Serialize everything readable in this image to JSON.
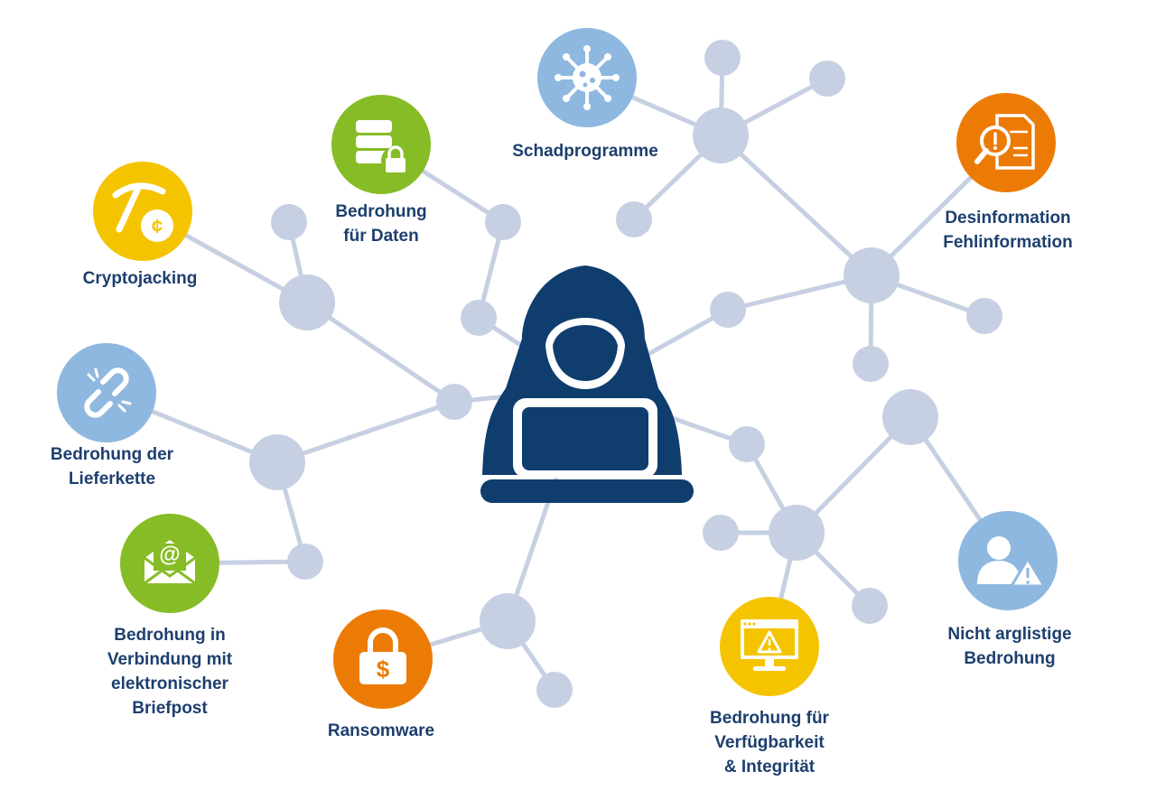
{
  "colors": {
    "navy": "#0f3d6e",
    "node": "#c6d0e2",
    "line": "#c6d0e2",
    "label": "#1d3f6e",
    "green": "#86bc25",
    "yellow": "#f5c400",
    "orange": "#ec7b05",
    "light_blue": "#8fb8e0"
  },
  "center": {
    "icon": "hooded-hacker-laptop-icon"
  },
  "threats": {
    "schadprogramme": {
      "lines": [
        "Schadprogramme"
      ],
      "icon": "virus-icon",
      "color": "light_blue"
    },
    "desinformation": {
      "lines": [
        "Desinformation",
        "Fehlinformation"
      ],
      "icon": "document-magnifier-icon",
      "color": "orange"
    },
    "nicht_arglistig": {
      "lines": [
        "Nicht arglistige",
        "Bedrohung"
      ],
      "icon": "user-warning-icon",
      "color": "light_blue"
    },
    "verfuegbarkeit": {
      "lines": [
        "Bedrohung für",
        "Verfügbarkeit",
        "& Integrität"
      ],
      "icon": "monitor-warning-icon",
      "color": "yellow"
    },
    "ransomware": {
      "lines": [
        "Ransomware"
      ],
      "icon": "padlock-dollar-icon",
      "color": "orange"
    },
    "email": {
      "lines": [
        "Bedrohung in",
        "Verbindung mit",
        "elektronischer",
        "Briefpost"
      ],
      "icon": "email-at-icon",
      "color": "green"
    },
    "lieferkette": {
      "lines": [
        "Bedrohung der",
        "Lieferkette"
      ],
      "icon": "broken-link-icon",
      "color": "light_blue"
    },
    "cryptojacking": {
      "lines": [
        "Cryptojacking"
      ],
      "icon": "pickaxe-coin-icon",
      "color": "yellow"
    },
    "daten": {
      "lines": [
        "Bedrohung",
        "für Daten"
      ],
      "icon": "database-lock-icon",
      "color": "green"
    }
  }
}
